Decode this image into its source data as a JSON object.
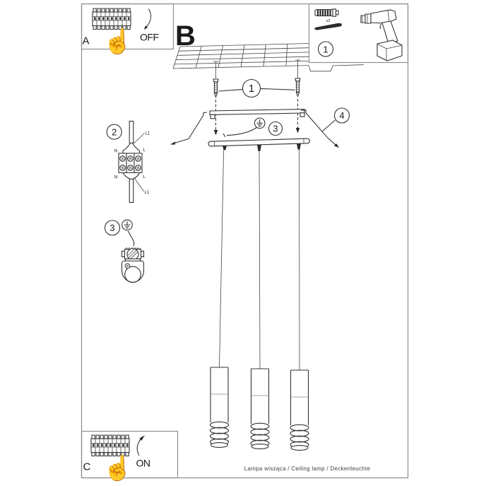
{
  "document": {
    "caption": "Lampa wisząca / Ceiling lamp / Deckenleuchte"
  },
  "panels": {
    "a": {
      "label": "A",
      "state": "OFF"
    },
    "c": {
      "label": "C",
      "state": "ON"
    },
    "parts": {
      "callout": "1",
      "anchor_qty": "x2"
    }
  },
  "steps": {
    "main": "B"
  },
  "callouts": {
    "screws": "1",
    "cable": "2",
    "ground_canopy": "3",
    "ground_detail": "3",
    "cover": "4"
  },
  "wiring": {
    "l1_top": "L1",
    "n_top": "N",
    "l_top": "L",
    "n_bottom": "N",
    "l_bottom": "L",
    "l1_bottom": "L1"
  },
  "icons": {
    "hand": "☝"
  },
  "colors": {
    "line": "#333333",
    "frame": "#8f8f8f",
    "text": "#1a1a1a"
  }
}
